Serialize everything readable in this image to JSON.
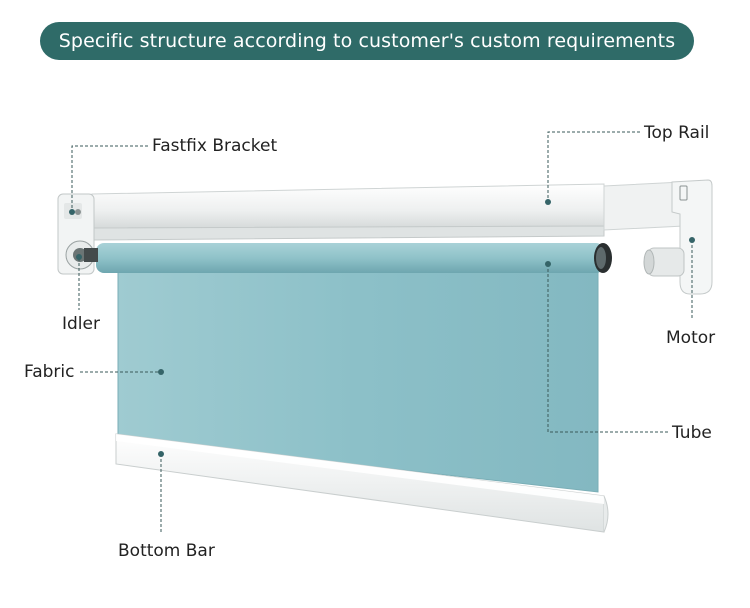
{
  "banner": {
    "title": "Specific structure according to customer's custom requirements"
  },
  "labels": {
    "fastfix_bracket": "Fastfix Bracket",
    "top_rail": "Top Rail",
    "idler": "Idler",
    "motor": "Motor",
    "fabric": "Fabric",
    "tube": "Tube",
    "bottom_bar": "Bottom Bar"
  },
  "colors": {
    "banner": "#2f6b68",
    "fabric": "#8fc2c9",
    "fabric_shadow": "#7eb3bb",
    "rail": "#f3f4f4",
    "leader": "#3a5a5a",
    "dot": "#356468"
  }
}
